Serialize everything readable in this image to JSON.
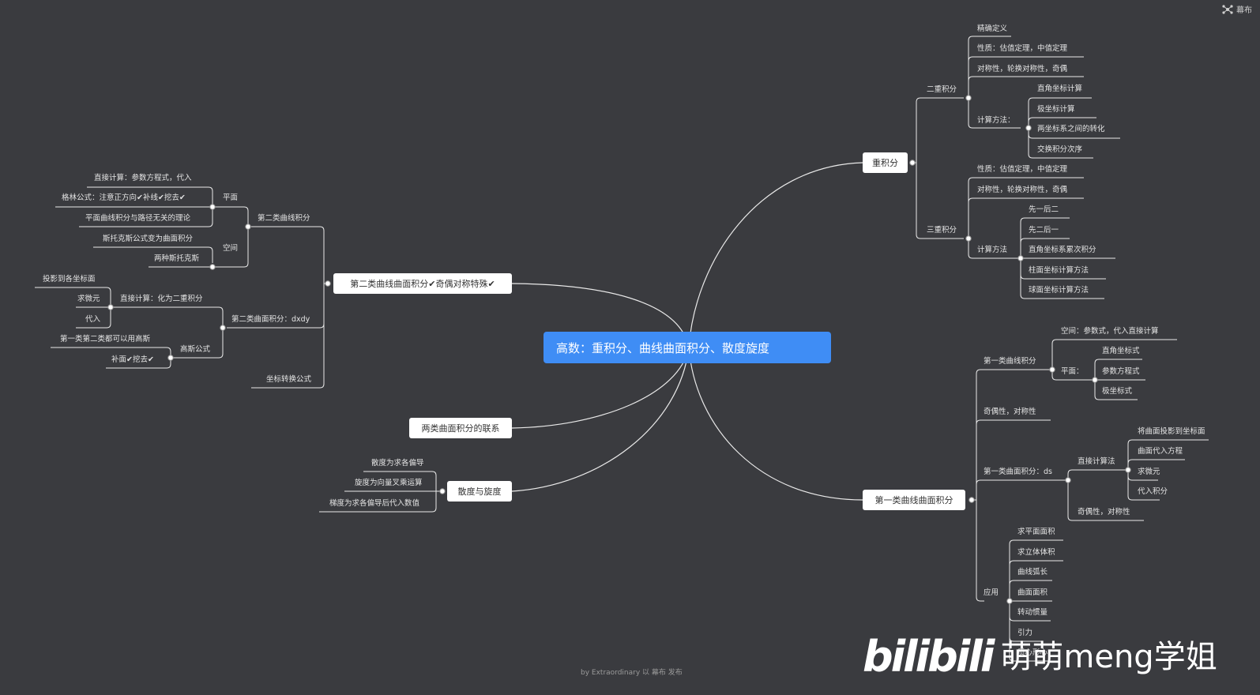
{
  "root": "高数：重积分、曲线曲面积分、散度旋度",
  "corner_label": "幕布",
  "footer": "by Extraordinary 以 幕布 发布",
  "watermark": {
    "logo": "bilibili",
    "name": "萌萌meng学姐"
  },
  "branches": {
    "multiple_integral": {
      "title": "重积分",
      "double": {
        "title": "二重积分",
        "items": [
          "精确定义",
          "性质：估值定理，中值定理",
          "对称性，轮换对称性，奇偶"
        ],
        "method": {
          "title": "计算方法：",
          "items": [
            "直角坐标计算",
            "极坐标计算",
            "两坐标系之间的转化",
            "交换积分次序"
          ]
        }
      },
      "triple": {
        "title": "三重积分",
        "items": [
          "性质：估值定理，中值定理",
          "对称性，轮换对称性，奇偶"
        ],
        "method": {
          "title": "计算方法",
          "items": [
            "先一后二",
            "先二后一",
            "直角坐标系累次积分",
            "柱面坐标计算方法",
            "球面坐标计算方法"
          ]
        }
      }
    },
    "first_kind": {
      "title": "第一类曲线曲面积分",
      "curve": {
        "title": "第一类曲线积分",
        "space": "空间：参数式，代入直接计算",
        "plane": {
          "title": "平面：",
          "items": [
            "直角坐标式",
            "参数方程式",
            "极坐标式"
          ]
        }
      },
      "parity": "奇偶性，对称性",
      "surface": {
        "title": "第一类曲面积分：ds",
        "direct": {
          "title": "直接计算法",
          "items": [
            "将曲面投影到坐标面",
            "曲面代入方程",
            "求微元",
            "代入积分"
          ]
        },
        "parity": "奇偶性，对称性"
      },
      "apps": {
        "title": "应用",
        "items": [
          "求平面面积",
          "求立体体积",
          "曲线弧长",
          "曲面面积",
          "转动惯量",
          "引力",
          "质心形心"
        ]
      }
    },
    "second_kind": {
      "title": "第二类曲线曲面积分✔奇偶对称特殊✔",
      "curve": {
        "title": "第二类曲线积分",
        "plane": {
          "title": "平面",
          "items": [
            "直接计算：参数方程式，代入",
            "格林公式：注意正方向✔补线✔挖去✔",
            "平面曲线积分与路径无关的理论"
          ]
        },
        "space": {
          "title": "空间",
          "items": [
            "斯托克斯公式变为曲面积分",
            "两种斯托克斯"
          ]
        }
      },
      "surface": {
        "title": "第二类曲面积分：dxdy",
        "direct": {
          "title": "直接计算：化为二重积分",
          "items": [
            "投影到各坐标面",
            "求微元",
            "代入"
          ]
        },
        "gauss": {
          "title": "高斯公式",
          "items": [
            "第一类第二类都可以用高斯",
            "补面✔挖去✔"
          ]
        }
      },
      "coord": "坐标转换公式"
    },
    "relation": {
      "title": "两类曲面积分的联系"
    },
    "divcurl": {
      "title": "散度与旋度",
      "items": [
        "散度为求各偏导",
        "旋度为向量叉乘运算",
        "梯度为求各偏导后代入数值"
      ]
    }
  },
  "colors": {
    "background": "#3a3b3f",
    "root": "#3f8df5",
    "line": "#e9e9e9"
  }
}
